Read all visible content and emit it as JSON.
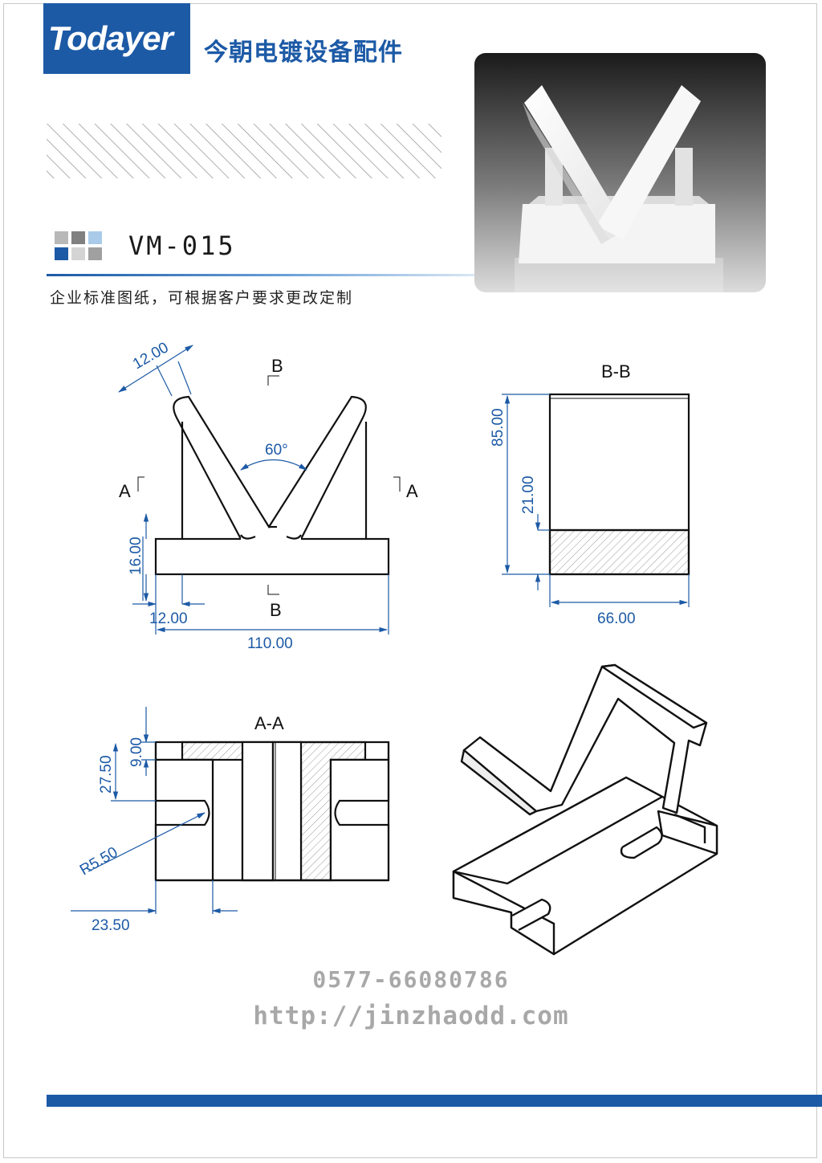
{
  "header": {
    "logo_text": "Todayer",
    "brand_cn": "今朝电镀设备配件",
    "model": "VM-015",
    "subtitle": "企业标准图纸，可根据客户要求更改定制"
  },
  "colors": {
    "brand_blue": "#1c5aa6",
    "dim_blue": "#1c5aa6",
    "contact_gray": "#a8a8a8"
  },
  "front_view": {
    "dims": {
      "tip_width": "12.00",
      "angle": "60°",
      "base_height": "16.00",
      "leg_offset": "12.00",
      "overall_width": "110.00"
    },
    "section_labels": {
      "b_top": "B",
      "b_bottom": "B",
      "a_left": "A",
      "a_right": "A"
    }
  },
  "side_view": {
    "title": "B-B",
    "dims": {
      "height": "85.00",
      "base": "21.00",
      "width": "66.00"
    }
  },
  "section_view": {
    "title": "A-A",
    "dims": {
      "top": "9.00",
      "slot_pos": "27.50",
      "radius": "R5.50",
      "offset": "23.50"
    }
  },
  "contact": {
    "phone": "0577-66080786",
    "website": "http://jinzhaodd.com"
  }
}
